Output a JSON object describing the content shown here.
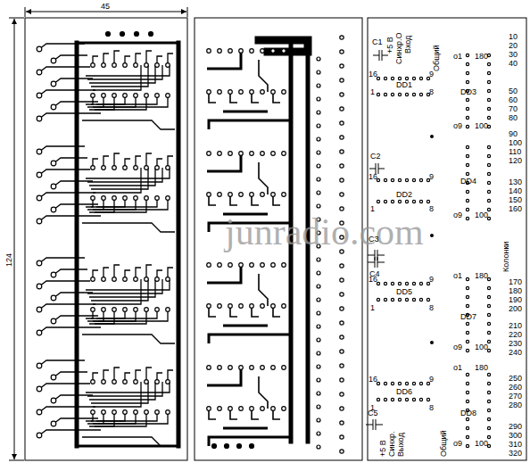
{
  "diagram": {
    "labels": [
      "45",
      "124",
      "junradio.com",
      "C1",
      "+5 В",
      "Синхр.О",
      "Вход",
      "Общий",
      "16",
      "9",
      "DD1",
      "1",
      "8",
      "o1",
      "180",
      "DD3",
      "o9",
      "100",
      "C2",
      "16",
      "9",
      "DD2",
      "1",
      "8",
      "DD4",
      "o9",
      "100",
      "C3",
      "C4",
      "Колонки",
      "16",
      "9",
      "DD5",
      "1",
      "8",
      "o1",
      "180",
      "DD7",
      "o9",
      "100",
      "o1",
      "180",
      "16",
      "9",
      "DD6",
      "1",
      "8",
      "DD8",
      "o9",
      "100",
      "C5",
      "+5 В",
      "Синхр.",
      "Выход",
      "Общий",
      "10",
      "20",
      "30",
      "40",
      "50",
      "60",
      "70",
      "80",
      "90",
      "100",
      "110",
      "120",
      "130",
      "140",
      "150",
      "160",
      "170",
      "180",
      "190",
      "200",
      "210",
      "220",
      "230",
      "240",
      "250",
      "260",
      "270",
      "280",
      "290",
      "300",
      "310",
      "320"
    ]
  }
}
